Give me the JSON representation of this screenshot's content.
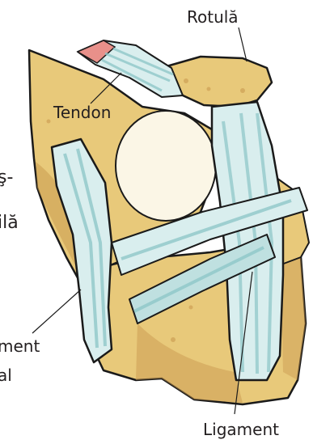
{
  "labels": {
    "rotula": "Rotulă",
    "tendon": "Tendon",
    "ligament": "Ligament"
  },
  "cropped_text": {
    "line1": "ş-",
    "line2": "ilă",
    "line3": "ment",
    "line4": "al"
  },
  "colors": {
    "bone": "#e8c97a",
    "bone_shadow": "#c99a4f",
    "cartilage": "#fbf6e6",
    "ligament": "#8fc7c8",
    "ligament_light": "#d9eeee",
    "tendon_tip": "#e8908a",
    "outline": "#1a1a1a"
  }
}
